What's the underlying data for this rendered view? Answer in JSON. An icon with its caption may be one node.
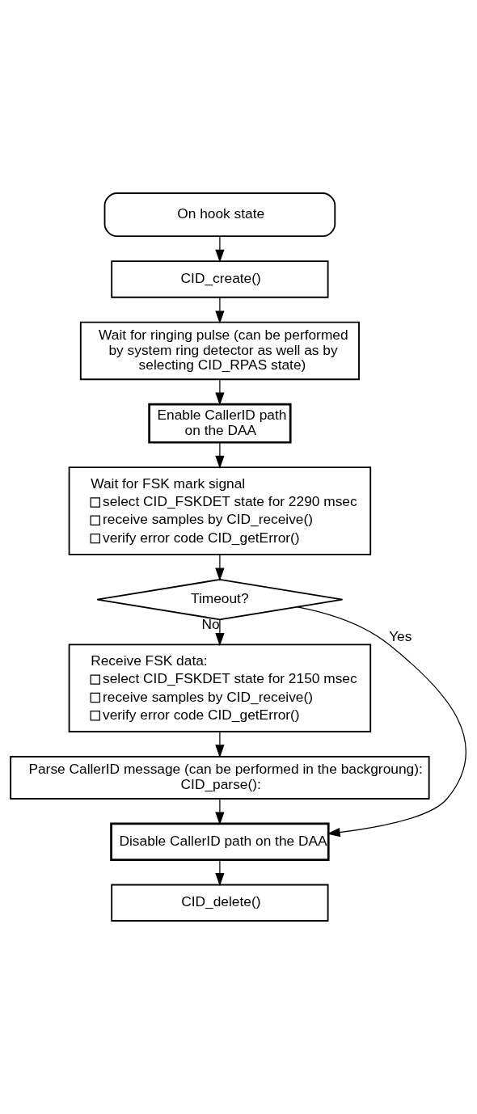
{
  "diagram": {
    "nodes": [
      {
        "text": [
          "On hook state"
        ]
      },
      {
        "text": [
          "CID_create()"
        ]
      },
      {
        "text": [
          "Wait for ringing pulse (can be performed by system ring detector as well as by selecting CID_RPAS state)"
        ]
      },
      {
        "text": [
          "Enable CallerID path on the DAA"
        ]
      },
      {
        "text": [
          "Wait for FSK mark signal",
          "select CID_FSKDET state for 2290 msec",
          "receive samples by CID_receive()",
          "verify error code CID_getError()"
        ]
      },
      {
        "text": [
          "Timeout?"
        ]
      },
      {
        "text": [
          "Receive FSK data:",
          "select CID_FSKDET state for 2150 msec",
          "receive samples by CID_receive()",
          "verify error code CID_getError()"
        ]
      },
      {
        "text": [
          "Parse CallerID message (can be performed in the backgroung): CID_parse():"
        ]
      },
      {
        "text": [
          "Disable CallerID path on the DAA"
        ]
      },
      {
        "text": [
          "CID_delete()"
        ]
      }
    ],
    "edges": [
      {
        "from": 0,
        "to": 1,
        "arrow": "to"
      },
      {
        "from": 1,
        "to": 2,
        "arrow": "to"
      },
      {
        "from": 2,
        "to": 3,
        "arrow": "to"
      },
      {
        "from": 3,
        "to": 4,
        "arrow": "to"
      },
      {
        "from": 4,
        "to": 5,
        "arrow": "to"
      },
      {
        "from": 5,
        "to": 6,
        "label": "No",
        "arrow": "to"
      },
      {
        "from": 6,
        "to": 7,
        "arrow": "to"
      },
      {
        "from": 7,
        "to": 8,
        "arrow": "to"
      },
      {
        "from": 5,
        "to": 8,
        "label": "Yes",
        "arrow": "to"
      },
      {
        "from": 8,
        "to": 9,
        "arrow": "to"
      }
    ]
  }
}
